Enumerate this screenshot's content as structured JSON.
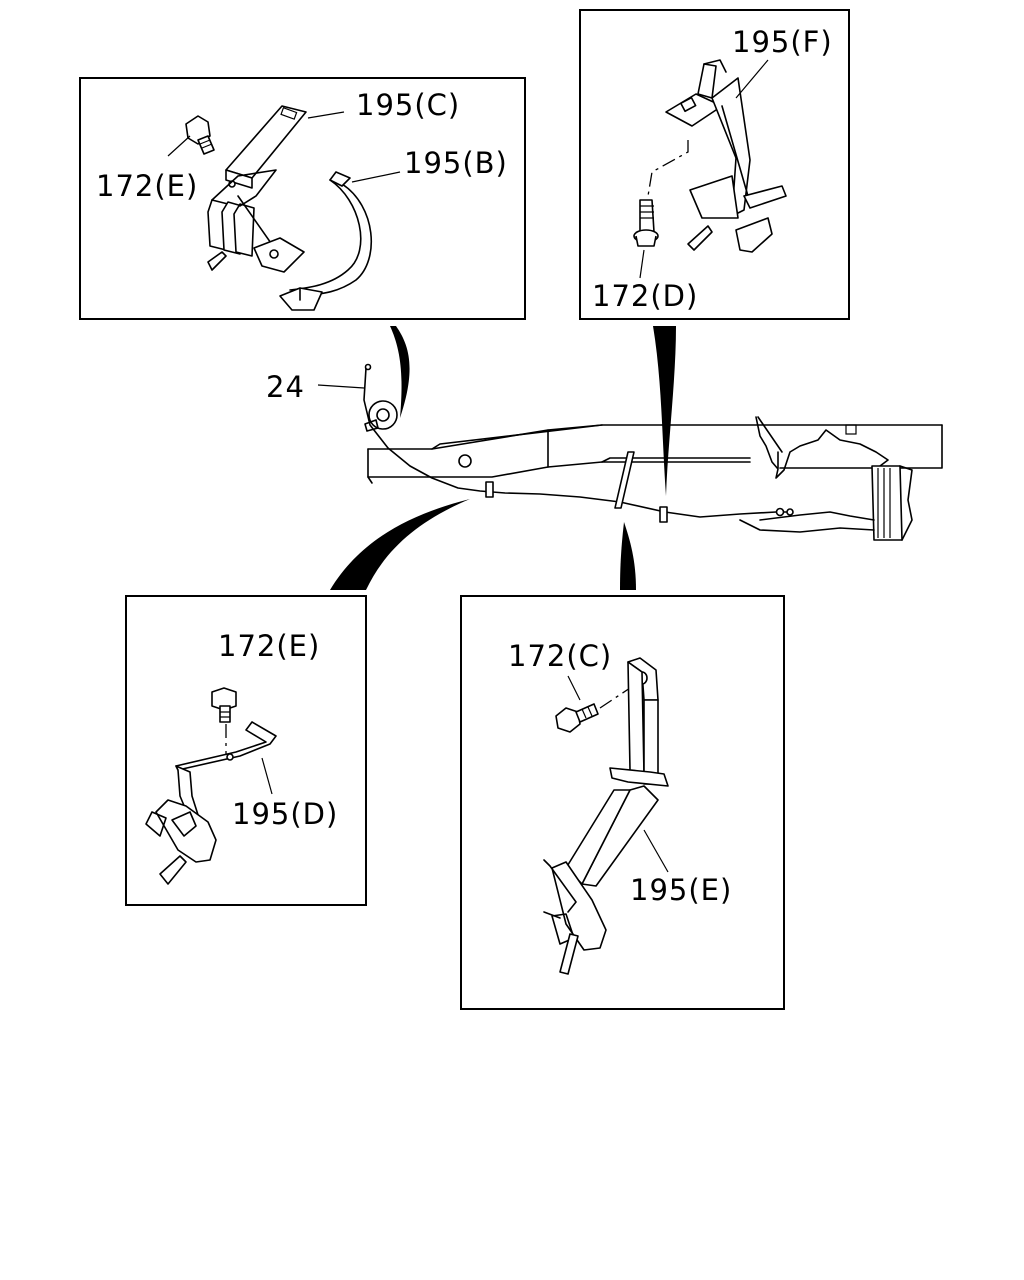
{
  "callouts": {
    "top_left": {
      "label_part_c": "195(C)",
      "label_part_b": "195(B)",
      "label_bolt": "172(E)"
    },
    "top_right": {
      "label_part_f": "195(F)",
      "label_bolt": "172(D)"
    },
    "bottom_left": {
      "label_bolt": "172(E)",
      "label_part_d": "195(D)"
    },
    "bottom_right": {
      "label_bolt": "172(C)",
      "label_part_e": "195(E)"
    }
  },
  "main": {
    "cable_label": "24"
  }
}
